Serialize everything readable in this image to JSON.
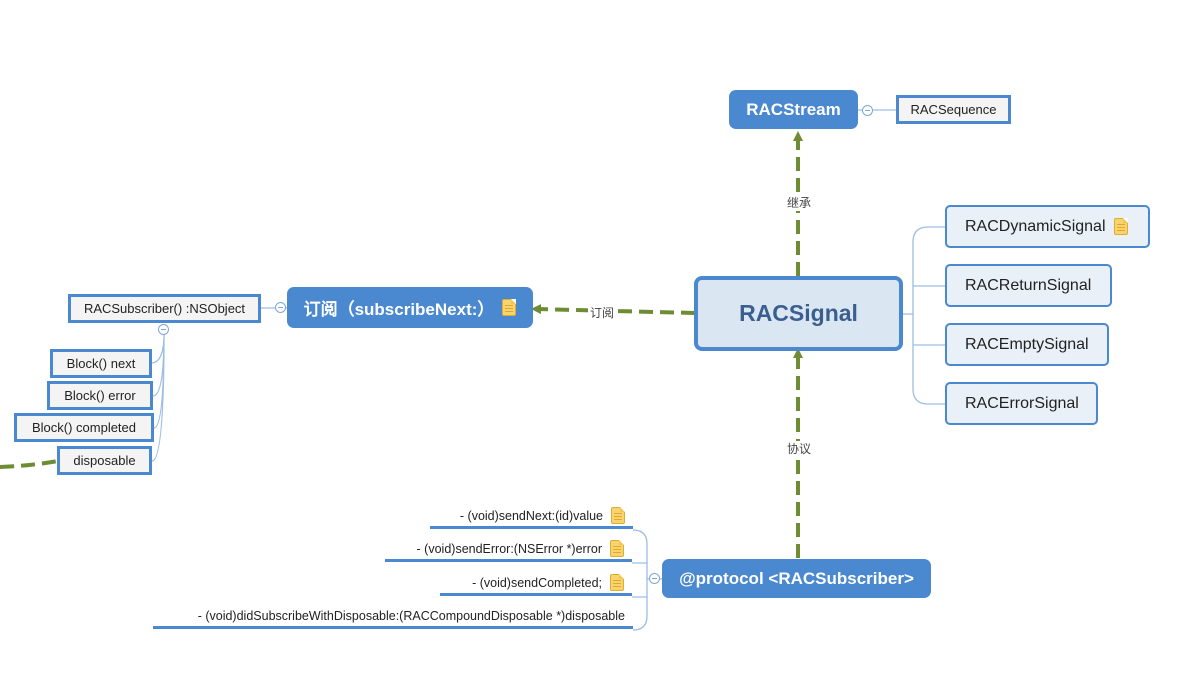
{
  "center": {
    "label": "RACSignal"
  },
  "parent": {
    "label": "RACStream",
    "children": [
      "RACSequence"
    ],
    "link_label": "继承"
  },
  "subclasses": [
    "RACDynamicSignal",
    "RACReturnSignal",
    "RACEmptySignal",
    "RACErrorSignal"
  ],
  "subscribe": {
    "label": "订阅（subscribeNext:）",
    "link_label": "订阅",
    "subscriber": {
      "label": "RACSubscriber() :NSObject",
      "children": [
        "Block() next",
        "Block() error",
        "Block() completed",
        "disposable"
      ]
    }
  },
  "protocol": {
    "label": "@protocol <RACSubscriber>",
    "link_label": "协议",
    "methods": [
      "- (void)sendNext:(id)value",
      "- (void)sendError:(NSError *)error",
      "- (void)sendCompleted;",
      "- (void)didSubscribeWithDisposable:(RACCompoundDisposable *)disposable"
    ]
  },
  "colors": {
    "node_blue": "#4a88cf",
    "center_fill": "#dbe6f3",
    "link_green": "#6e8c34",
    "branch_line": "#9dbde3"
  }
}
